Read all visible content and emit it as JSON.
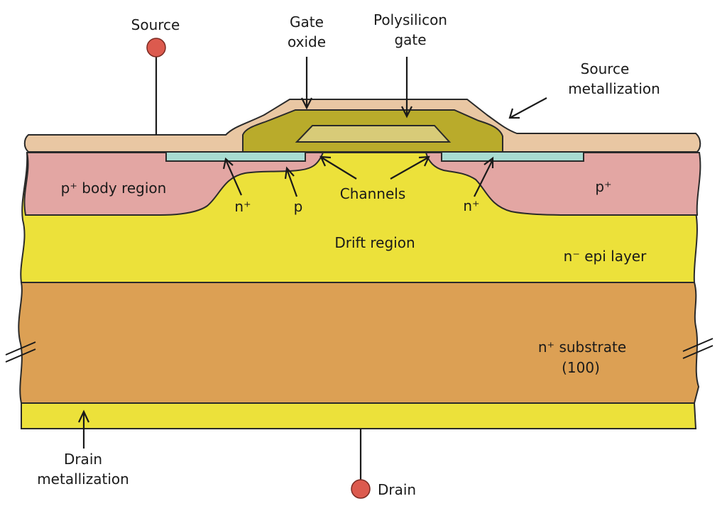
{
  "labels": {
    "source": "Source",
    "gate_oxide_1": "Gate",
    "gate_oxide_2": "oxide",
    "poly_gate_1": "Polysilicon",
    "poly_gate_2": "gate",
    "source_metal_1": "Source",
    "source_metal_2": "metallization",
    "p_body": "p⁺ body region",
    "p_plus_right": "p⁺",
    "n_plus_left": "n⁺",
    "p_small": "p",
    "channels": "Channels",
    "n_plus_right": "n⁺",
    "drift": "Drift region",
    "epi": "n⁻ epi layer",
    "substrate_1": "n⁺ substrate",
    "substrate_2": "(100)",
    "drain_metal_1": "Drain",
    "drain_metal_2": "metallization",
    "drain": "Drain"
  },
  "colors": {
    "source_metal": "#e9c7a3",
    "gate_oxide": "#b9ab2b",
    "poly_gate": "#d8cb78",
    "p_body": "#e3a6a3",
    "n_plus": "#a8dcd2",
    "epi": "#ece13a",
    "substrate": "#dca054",
    "drain_metal": "#ece13a",
    "terminal": "#dc5a4e"
  }
}
